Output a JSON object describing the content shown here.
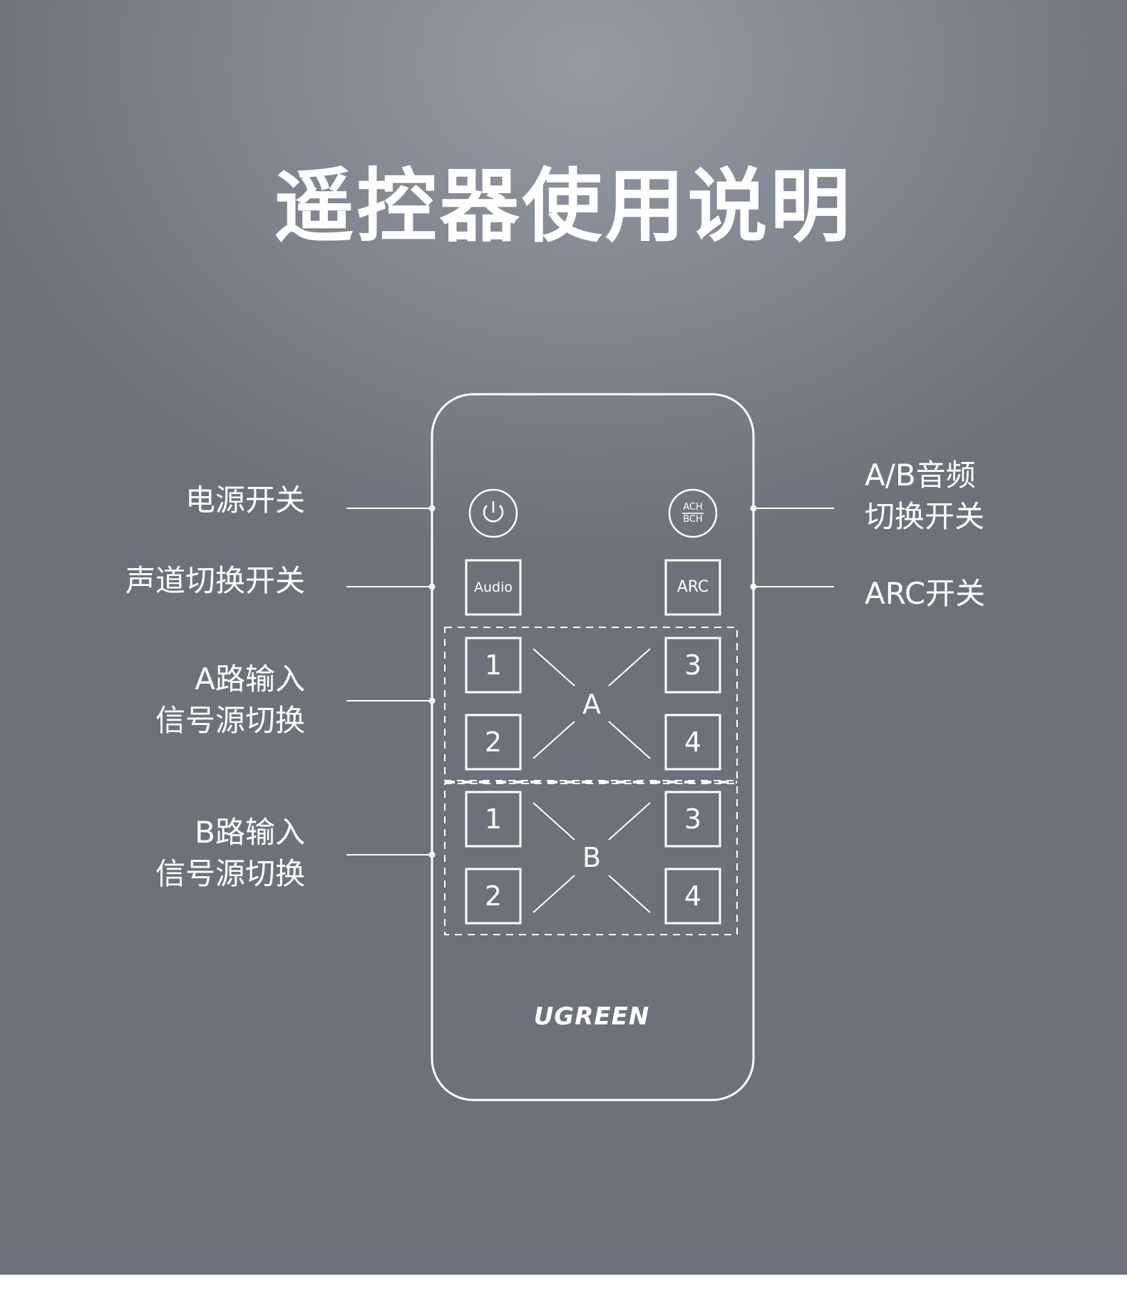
{
  "title": "遥控器使用说明",
  "labels": {
    "power": "电源开关",
    "channel": "声道切换开关",
    "a_input": [
      "A路输入",
      "信号源切换"
    ],
    "b_input": [
      "B路输入",
      "信号源切换"
    ],
    "ab_audio": [
      "A/B音频",
      "切换开关"
    ],
    "arc": "ARC开关"
  },
  "remote": {
    "ach_top": "ACH",
    "ach_bottom": "BCH",
    "audio_button": "Audio",
    "arc_button": "ARC",
    "section_a": {
      "name": "A",
      "buttons": [
        "1",
        "3",
        "2",
        "4"
      ]
    },
    "section_b": {
      "name": "B",
      "buttons": [
        "1",
        "3",
        "2",
        "4"
      ]
    },
    "brand": "UGREEN"
  },
  "colors": {
    "background_top": "#959aa3",
    "background_bottom": "#6c717b",
    "foreground": "#ffffff"
  },
  "icons": [
    "power-icon"
  ]
}
